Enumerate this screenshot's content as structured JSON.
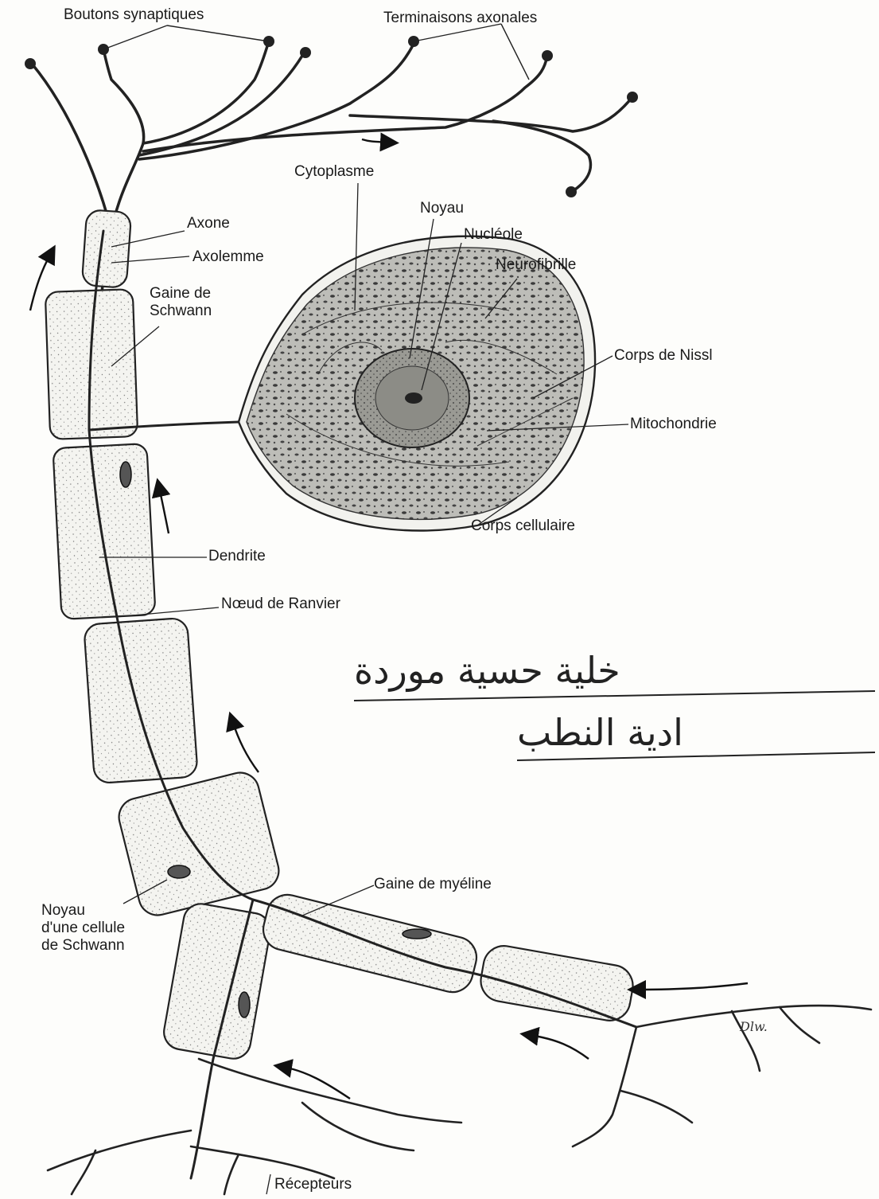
{
  "labels": {
    "boutons_synaptiques": "Boutons synaptiques",
    "terminaisons_axonales": "Terminaisons axonales",
    "cytoplasme": "Cytoplasme",
    "noyau": "Noyau",
    "nucleole": "Nucléole",
    "axone": "Axone",
    "axolemme": "Axolemme",
    "neurofibrille": "Neurofibrille",
    "gaine_schwann": "Gaine de\nSchwann",
    "corps_nissl": "Corps de Nissl",
    "mitochondrie": "Mitochondrie",
    "corps_cellulaire": "Corps cellulaire",
    "dendrite": "Dendrite",
    "noeud_ranvier": "Nœud de Ranvier",
    "gaine_myeline": "Gaine de myéline",
    "noyau_cellule_schwann": "Noyau\nd'une cellule\nde Schwann",
    "recepteurs": "Récepteurs"
  },
  "handwritten": {
    "line1": "خلية حسية موردة",
    "line2": "ادية النطب"
  },
  "signature": "Dlw."
}
